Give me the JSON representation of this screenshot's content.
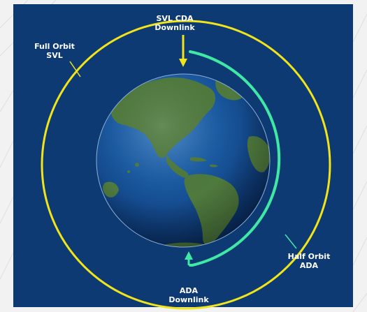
{
  "labels": {
    "top": {
      "line1": "SVL CDA",
      "line2": "Downlink"
    },
    "left": {
      "line1": "Full Orbit",
      "line2": "SVL"
    },
    "right": {
      "line1": "Half Orbit",
      "line2": "ADA"
    },
    "bottom": {
      "line1": "ADA",
      "line2": "Downlink"
    }
  },
  "colors": {
    "panel_background": "#0d3a73",
    "full_orbit": "#f2e41a",
    "half_orbit": "#3fe8a4",
    "ocean": "#0f3f7d",
    "land": "#4f7a3e"
  },
  "icons": {
    "top_arrow": "arrow-down-icon",
    "bottom_arrow": "arrow-up-icon"
  }
}
